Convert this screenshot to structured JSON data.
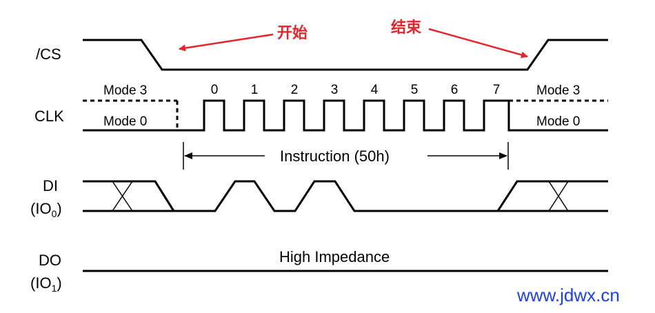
{
  "signals": {
    "cs": "/CS",
    "clk": "CLK",
    "di": "DI",
    "di_sub_open": "(IO",
    "di_sub_index": "0",
    "di_sub_close": ")",
    "do": "DO",
    "do_sub_open": "(IO",
    "do_sub_index": "1",
    "do_sub_close": ")"
  },
  "modes": {
    "left_high": "Mode 3",
    "left_low": "Mode 0",
    "right_high": "Mode 3",
    "right_low": "Mode 0"
  },
  "clock_numbers": [
    "0",
    "1",
    "2",
    "3",
    "4",
    "5",
    "6",
    "7"
  ],
  "annotations": {
    "instruction": "Instruction (50h)",
    "high_impedance": "High Impedance",
    "start": "开始",
    "end": "结束"
  },
  "watermark": "www.jdwx.cn",
  "colors": {
    "annotation_red": "#e8242b",
    "watermark_blue": "#1a3dff",
    "line": "#000000"
  }
}
